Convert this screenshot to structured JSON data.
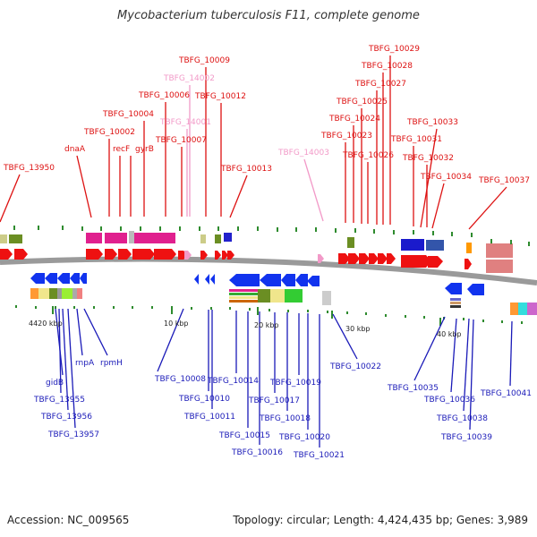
{
  "title": "Mycobacterium tuberculosis F11, complete genome",
  "footer": {
    "accession": "Accession: NC_009565",
    "summary": "Topology: circular; Length: 4,424,435 bp; Genes: 3,989"
  },
  "colors": {
    "forward_label": "#dd1111",
    "forward_pseudo_label": "#f29ac8",
    "reverse_label": "#1a1ab8",
    "backbone": "#9a9a9a",
    "tick": "#2e8b2e",
    "forward_arrow": "#ee1111",
    "reverse_arrow": "#1133ee"
  },
  "scale_labels": [
    "4420 kbp",
    "10 kbp",
    "20 kbp",
    "30 kbp",
    "40 kbp"
  ],
  "top_labels": [
    {
      "text": "TBFG_13950",
      "kind": "gene"
    },
    {
      "text": "dnaA",
      "kind": "gene"
    },
    {
      "text": "TBFG_10002",
      "kind": "gene"
    },
    {
      "text": "recF",
      "kind": "gene"
    },
    {
      "text": "gyrB",
      "kind": "gene"
    },
    {
      "text": "TBFG_10004",
      "kind": "gene"
    },
    {
      "text": "TBFG_10006",
      "kind": "gene"
    },
    {
      "text": "TBFG_10007",
      "kind": "gene"
    },
    {
      "text": "TBFG_14001",
      "kind": "pseudo"
    },
    {
      "text": "TBFG_14002",
      "kind": "pseudo"
    },
    {
      "text": "TBFG_10009",
      "kind": "gene"
    },
    {
      "text": "TBFG_10012",
      "kind": "gene"
    },
    {
      "text": "TBFG_10013",
      "kind": "gene"
    },
    {
      "text": "TBFG_14003",
      "kind": "pseudo"
    },
    {
      "text": "TBFG_10023",
      "kind": "gene"
    },
    {
      "text": "TBFG_10024",
      "kind": "gene"
    },
    {
      "text": "TBFG_10025",
      "kind": "gene"
    },
    {
      "text": "TBFG_10026",
      "kind": "gene"
    },
    {
      "text": "TBFG_10027",
      "kind": "gene"
    },
    {
      "text": "TBFG_10028",
      "kind": "gene"
    },
    {
      "text": "TBFG_10029",
      "kind": "gene"
    },
    {
      "text": "TBFG_10031",
      "kind": "gene"
    },
    {
      "text": "TBFG_10032",
      "kind": "gene"
    },
    {
      "text": "TBFG_10033",
      "kind": "gene"
    },
    {
      "text": "TBFG_10034",
      "kind": "gene"
    },
    {
      "text": "TBFG_10037",
      "kind": "gene"
    }
  ],
  "bottom_labels": [
    {
      "text": "gidB"
    },
    {
      "text": "TBFG_13955"
    },
    {
      "text": "TBFG_13956"
    },
    {
      "text": "TBFG_13957"
    },
    {
      "text": "rnpA"
    },
    {
      "text": "rpmH"
    },
    {
      "text": "TBFG_10008"
    },
    {
      "text": "TBFG_10010"
    },
    {
      "text": "TBFG_10011"
    },
    {
      "text": "TBFG_10014"
    },
    {
      "text": "TBFG_10015"
    },
    {
      "text": "TBFG_10016"
    },
    {
      "text": "TBFG_10017"
    },
    {
      "text": "TBFG_10018"
    },
    {
      "text": "TBFG_10019"
    },
    {
      "text": "TBFG_10020"
    },
    {
      "text": "TBFG_10021"
    },
    {
      "text": "TBFG_10022"
    },
    {
      "text": "TBFG_10035"
    },
    {
      "text": "TBFG_10036"
    },
    {
      "text": "TBFG_10038"
    },
    {
      "text": "TBFG_10039"
    },
    {
      "text": "TBFG_10041"
    }
  ]
}
